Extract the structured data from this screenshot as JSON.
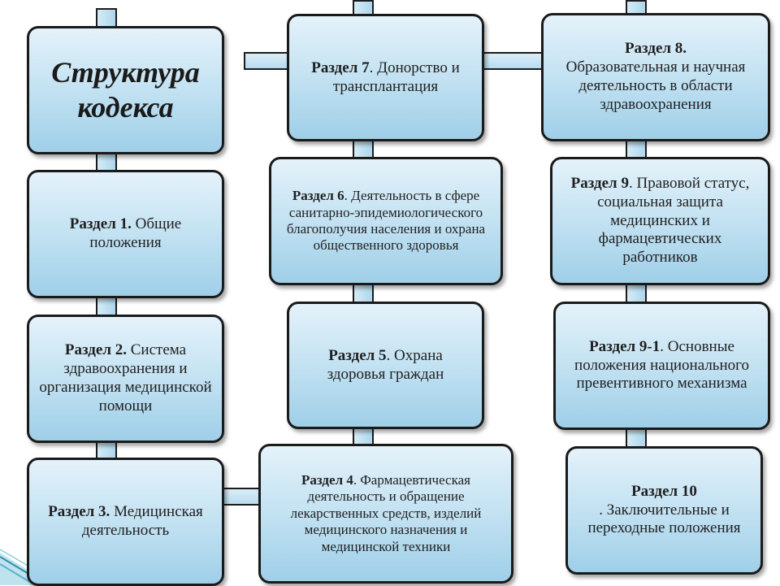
{
  "title": {
    "line1": "Структура",
    "line2": "кодекса"
  },
  "sections": [
    {
      "label": "Раздел 1.",
      "text": " Общие положения"
    },
    {
      "label": "Раздел 2.",
      "text": "  Система здравоохранения и организация медицинской помощи"
    },
    {
      "label": "Раздел 3.",
      "text": " Медицинская деятельность"
    },
    {
      "label": "Раздел 4",
      "text": ". Фармацевтическая деятельность и обращение лекарственных средств, изделий медицинского назначения и медицинской техники"
    },
    {
      "label": "Раздел 5",
      "text": ". Охрана здоровья граждан"
    },
    {
      "label": "Раздел  6",
      "text": ". Деятельность в сфере санитарно-эпидемиологического благополучия населения и охрана общественного здоровья"
    },
    {
      "label": "Раздел 7",
      "text": ". Донорство и трансплантация"
    },
    {
      "label": "Раздел 8.",
      "text": "Образовательная и научная деятельность в области здравоохранения"
    },
    {
      "label": "Раздел 9",
      "text": ". Правовой статус, социальная защита медицинских и фармацевтических работников"
    },
    {
      "label": "Раздел 9-1",
      "text": ". Основные положения национального превентивного механизма"
    },
    {
      "label": "Раздел 10",
      "text": ". Заключительные и переходные положения"
    }
  ]
}
